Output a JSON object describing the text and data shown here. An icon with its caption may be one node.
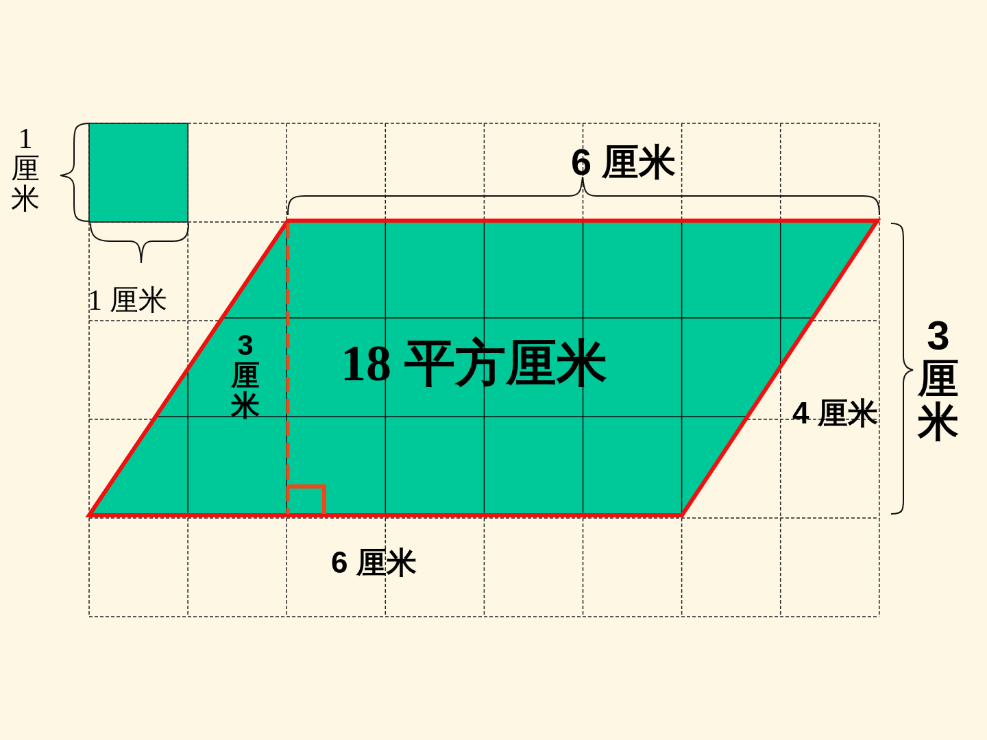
{
  "diagram": {
    "nodes": [
      {
        "text": [
          "18 平方厘米"
        ]
      },
      {
        "text": [],
        "shape": "box"
      }
    ],
    "edges": [],
    "labels": [
      "1 厘米",
      "6 厘米",
      "1 厘米",
      "3 厘米",
      "3 厘米",
      "4 厘米",
      "6 厘米"
    ]
  }
}
